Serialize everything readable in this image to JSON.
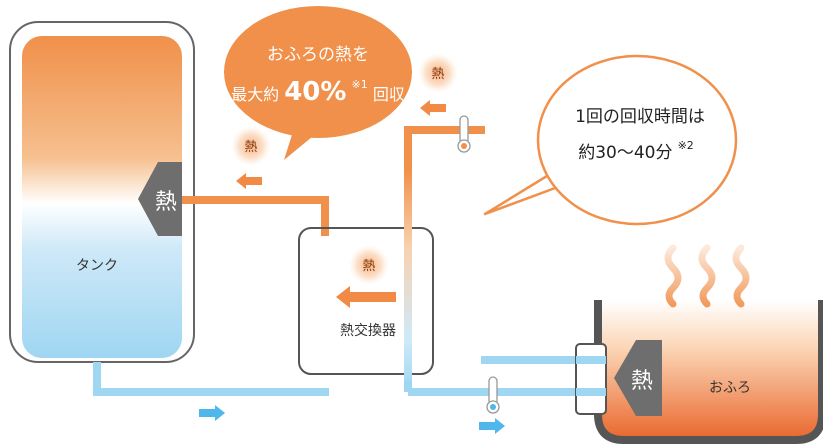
{
  "labels": {
    "tank": "タンク",
    "heat_exchanger": "熱交換器",
    "bath": "おふろ",
    "heat": "熱"
  },
  "callout_left": {
    "line1": "おふろの熱を",
    "line2_prefix": "最大約",
    "line2_value": "40%",
    "line2_note": "※1",
    "line2_suffix": "回収"
  },
  "callout_right": {
    "line1": "1回の回収時間は",
    "line2": "約30〜40分",
    "line2_note": "※2"
  },
  "colors": {
    "hot": "#f0904a",
    "cold": "#9fd6f2",
    "arrow_hot": "#f08a45",
    "arrow_cold": "#4fb7ec",
    "gray_block": "#6e6e6e",
    "frame": "#555555"
  }
}
